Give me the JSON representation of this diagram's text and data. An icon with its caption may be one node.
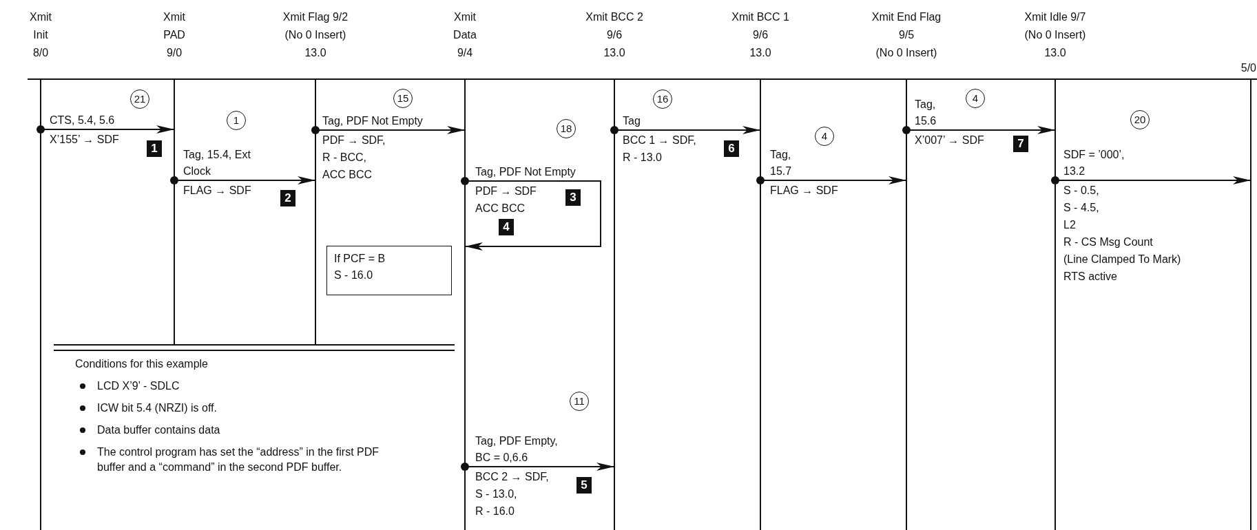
{
  "diagram": {
    "nodes": [
      {
        "text": [
          "Xmit",
          "Init",
          "8/0"
        ]
      },
      {
        "text": [
          "Xmit",
          "PAD",
          "9/0"
        ]
      },
      {
        "text": [
          "Xmit Flag 9/2",
          "(No 0 Insert)",
          "13.0"
        ]
      },
      {
        "text": [
          "Xmit",
          "Data",
          "9/4"
        ]
      },
      {
        "text": [
          "Xmit BCC 2",
          "9/6",
          "13.0"
        ]
      },
      {
        "text": [
          "Xmit BCC 1",
          "9/6",
          "13.0"
        ]
      },
      {
        "text": [
          "Xmit End Flag",
          "9/5",
          "(No 0 Insert)"
        ]
      },
      {
        "text": [
          "Xmit Idle 9/7",
          "(No 0 Insert)",
          "13.0"
        ]
      },
      {
        "text": [
          "5/0"
        ]
      },
      {
        "text": [
          "If PCF = B",
          "S - 16.0"
        ]
      }
    ],
    "edges": [
      {
        "from": 0,
        "to": 1,
        "arrow": "to",
        "label": "CTS, 5.4, 5.6"
      },
      {
        "from": 1,
        "to": 2,
        "arrow": "to",
        "label": "Tag, 15.4, Ext Clock"
      },
      {
        "from": 2,
        "to": 3,
        "arrow": "to",
        "label": "Tag, PDF Not Empty"
      },
      {
        "from": 3,
        "to": 3,
        "arrow": "to",
        "label": "Tag, PDF Not Empty"
      },
      {
        "from": 3,
        "to": 4,
        "arrow": "to",
        "label": "Tag, PDF Empty, BC = 0,6.6"
      },
      {
        "from": 4,
        "to": 5,
        "arrow": "to",
        "label": "Tag"
      },
      {
        "from": 5,
        "to": 6,
        "arrow": "to",
        "label": "Tag, 15.7"
      },
      {
        "from": 6,
        "to": 7,
        "arrow": "to",
        "label": "Tag, 15.6"
      },
      {
        "from": 7,
        "to": 8,
        "arrow": "to",
        "label": "SDF = ’000’, 13.2"
      }
    ],
    "labels": [
      "21",
      "X’155’ → SDF",
      "1",
      "1",
      "FLAG → SDF",
      "2",
      "15",
      "PDF → SDF,",
      "R - BCC,",
      "ACC BCC",
      "18",
      "PDF → SDF",
      "3",
      "ACC BCC",
      "4",
      "11",
      "BCC 2 → SDF,",
      "5",
      "S - 13.0,",
      "R - 16.0",
      "16",
      "BCC 1 → SDF,",
      "6",
      "R - 13.0",
      "4",
      "FLAG → SDF",
      "4",
      "X’007’ → SDF",
      "7",
      "20",
      "S - 0.5,",
      "S - 4.5,",
      "L2",
      "R - CS Msg Count",
      "(Line Clamped To Mark)",
      "RTS active",
      "Conditions for this example",
      "LCD X’9’ - SDLC",
      "ICW bit 5.4 (NRZI) is off.",
      "Data buffer contains data",
      "The control program has set the “address” in the first PDF buffer and a “command” in the second PDF buffer."
    ]
  }
}
